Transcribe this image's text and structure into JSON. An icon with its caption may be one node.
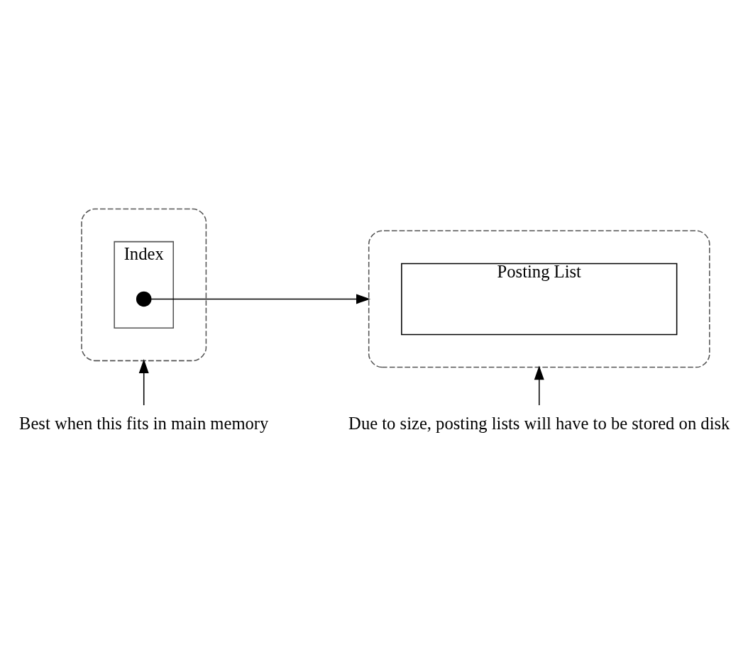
{
  "diagram": {
    "nodes": [
      {
        "text": [],
        "shape": "ellipse"
      },
      {
        "text": [
          "Index"
        ],
        "in": 0
      },
      {
        "text": [],
        "shape": "circle",
        "in": 1
      },
      {
        "text": [],
        "shape": "ellipse"
      },
      {
        "text": [
          "Posting List"
        ],
        "in": 3
      },
      {
        "text": [
          "Due to size, posting lists will have to be stored on disk"
        ]
      },
      {
        "text": [
          "Best when this fits in main memory"
        ]
      }
    ],
    "edges": [
      {
        "from": 2,
        "to": 3,
        "arrow": "to"
      },
      {
        "from": 5,
        "to": 3,
        "arrow": "to"
      },
      {
        "from": 6,
        "to": 0,
        "arrow": "to"
      }
    ]
  }
}
